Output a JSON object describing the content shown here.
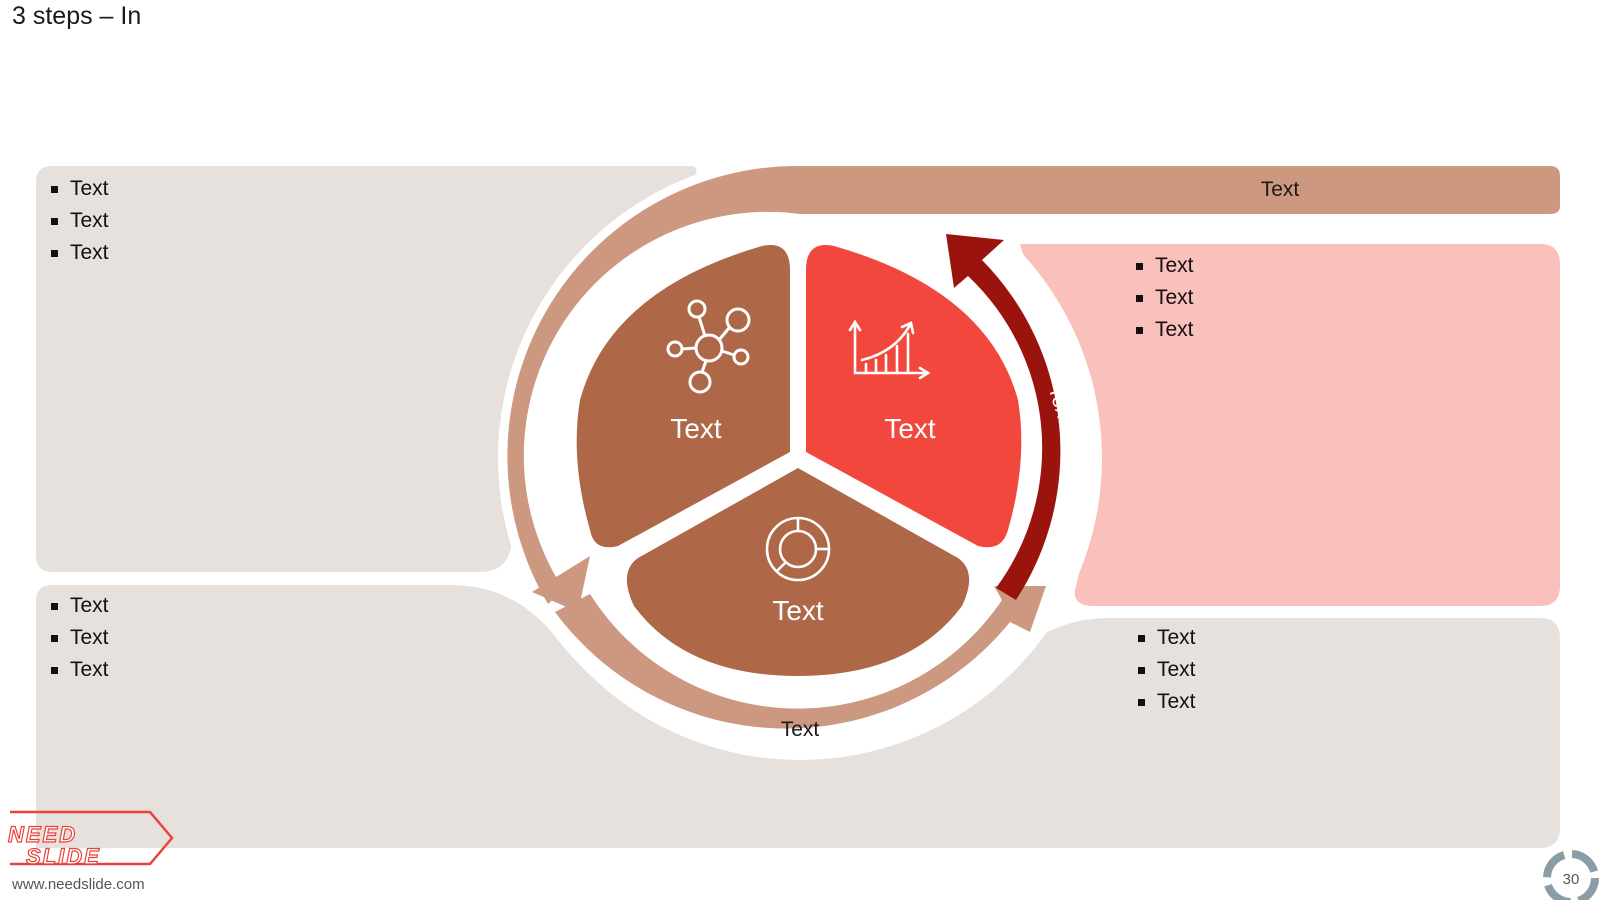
{
  "page": {
    "title": "3 steps – In",
    "page_number": "30",
    "url": "www.needslide.com"
  },
  "logo": {
    "line1": "NEED",
    "line2": "SLIDE"
  },
  "left_top_panel": {
    "items": [
      "Text",
      "Text",
      "Text"
    ]
  },
  "left_bottom_panel": {
    "items": [
      "Text",
      "Text",
      "Text"
    ]
  },
  "right_pink_panel": {
    "items": [
      "Text",
      "Text",
      "Text"
    ]
  },
  "right_bottom_panel": {
    "items": [
      "Text",
      "Text",
      "Text"
    ]
  },
  "top_bar": {
    "label": "Text"
  },
  "arrow_right": {
    "label": "Text"
  },
  "arrow_bottom": {
    "label": "Text"
  },
  "segments": {
    "left": {
      "label": "Text",
      "icon": "network-icon"
    },
    "right": {
      "label": "Text",
      "icon": "growth-chart-icon"
    },
    "bottom": {
      "label": "Text",
      "icon": "donut-chart-icon"
    }
  },
  "colors": {
    "brown": "#AE6847",
    "red": "#F2473C",
    "dark_red": "#9A140D",
    "tan": "#CD9880",
    "grey_panel": "#E7E1DD",
    "pink_panel": "#F9C0BC"
  }
}
